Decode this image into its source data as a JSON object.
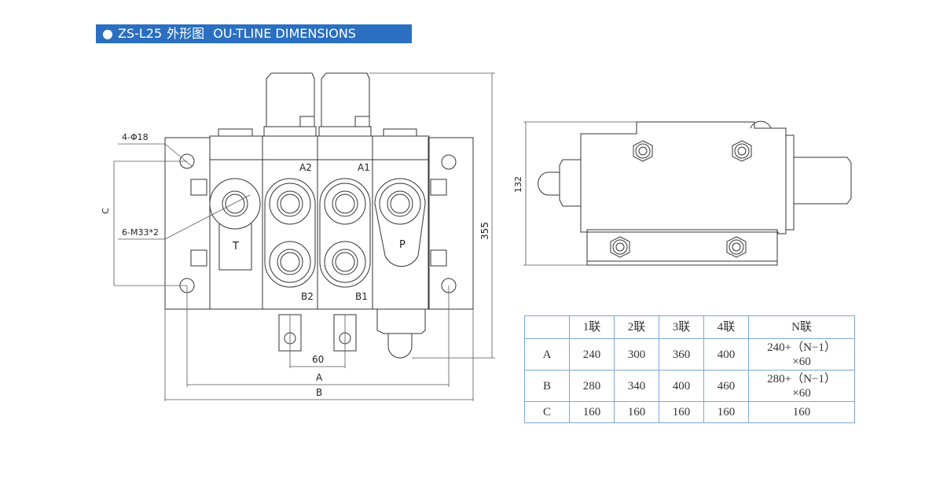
{
  "header": {
    "bullet": "●",
    "model": "ZS-L25",
    "title_cn": "外形图",
    "title_en": "OU-TLINE DIMENSIONS",
    "bg_color": "#2a6fc0"
  },
  "front_view": {
    "labels": {
      "mount_holes": "4-Φ18",
      "ports_thread": "6-M33*2",
      "dim_c": "C",
      "height": "355",
      "spacing": "60",
      "dim_a": "A",
      "dim_b": "B",
      "port_a2": "A2",
      "port_a1": "A1",
      "port_b2": "B2",
      "port_b1": "B1",
      "port_t": "T",
      "port_p": "P"
    }
  },
  "side_view": {
    "labels": {
      "height": "132"
    }
  },
  "dimension_table": {
    "headers": [
      "",
      "1联",
      "2联",
      "3联",
      "4联",
      "N联"
    ],
    "rows": [
      {
        "label": "A",
        "values": [
          "240",
          "300",
          "360",
          "400"
        ],
        "formula_1": "240+（N−1）",
        "formula_2": "×60"
      },
      {
        "label": "B",
        "values": [
          "280",
          "340",
          "400",
          "460"
        ],
        "formula_1": "280+（N−1）",
        "formula_2": "×60"
      },
      {
        "label": "C",
        "values": [
          "160",
          "160",
          "160",
          "160"
        ],
        "formula_1": "160",
        "formula_2": ""
      }
    ],
    "border_color": "#7fa6d6"
  }
}
